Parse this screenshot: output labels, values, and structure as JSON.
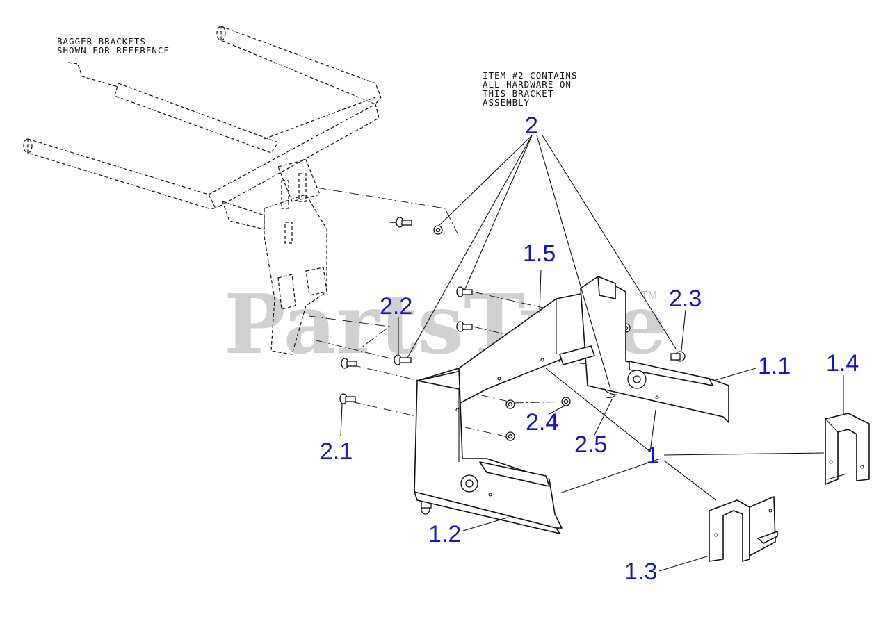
{
  "notes": {
    "reference": [
      "BAGGER BRACKETS",
      "SHOWN FOR REFERENCE"
    ],
    "item2": [
      "ITEM #2 CONTAINS",
      "ALL HARDWARE ON",
      "THIS BRACKET",
      "ASSEMBLY"
    ]
  },
  "callouts": {
    "c2": "2",
    "c1_5": "1.5",
    "c2_2": "2.2",
    "c2_3": "2.3",
    "c1_1": "1.1",
    "c1_4": "1.4",
    "c2_4": "2.4",
    "c2_5": "2.5",
    "c1": "1",
    "c2_1": "2.1",
    "c1_2": "1.2",
    "c1_3": "1.3"
  },
  "watermark": {
    "text": "PartsTree",
    "tm": "TM"
  },
  "colors": {
    "callout": "#1515c8",
    "line": "#111111",
    "watermark": "#bdbdbd"
  }
}
